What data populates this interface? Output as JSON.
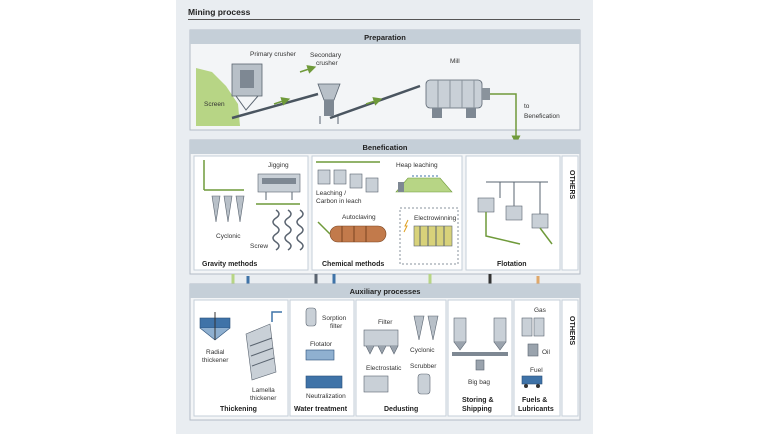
{
  "title": "Mining process",
  "sections": {
    "preparation": "Preparation",
    "benefication": "Benefication",
    "auxiliary": "Auxiliary processes"
  },
  "preparation_labels": {
    "screen": "Screen",
    "primary_crusher": "Primary crusher",
    "secondary_crusher_1": "Secondary",
    "secondary_crusher_2": "crusher",
    "mill": "Mill",
    "to_1": "to",
    "to_2": "Benefication"
  },
  "benefication_labels": {
    "jigging": "Jigging",
    "cyclonic": "Cyclonic",
    "screw": "Screw",
    "gravity_methods": "Gravity methods",
    "leaching_1": "Leaching /",
    "leaching_2": "Carbon in leach",
    "heap_leaching": "Heap leaching",
    "autoclaving": "Autoclaving",
    "electrowinning": "Electrowinning",
    "chemical_methods": "Chemical methods",
    "flotation": "Flotation",
    "others": "OTHERS"
  },
  "auxiliary_labels": {
    "radial_1": "Radial",
    "radial_2": "thickener",
    "lamella_1": "Lamella",
    "lamella_2": "thickener",
    "thickening": "Thickening",
    "sorption_1": "Sorption",
    "sorption_2": "filter",
    "flotator": "Flotator",
    "neutralization": "Neutralization",
    "water_treatment": "Water treatment",
    "filter": "Filter",
    "cyclonic": "Cyclonic",
    "electrostatic": "Electrostatic",
    "scrubber": "Scrubber",
    "dedusting": "Dedusting",
    "big_bag": "Big bag",
    "storing_1": "Storing &",
    "storing_2": "Shipping",
    "gas": "Gas",
    "oil": "Oil",
    "fuel": "Fuel",
    "fuels_1": "Fuels &",
    "fuels_2": "Lubricants",
    "others": "OTHERS"
  },
  "colors": {
    "panel_bg": "#e9edf1",
    "section_header": "#c5cfd8",
    "section_body": "#f3f5f7",
    "ground_green": "#b7d585",
    "pipe_green": "#6f9a3a",
    "arrow_blue": "#3f73a8",
    "arrow_gray": "#5a6470",
    "arrow_orange": "#e0a86a",
    "equipment_gray": "#9aa3ad"
  }
}
